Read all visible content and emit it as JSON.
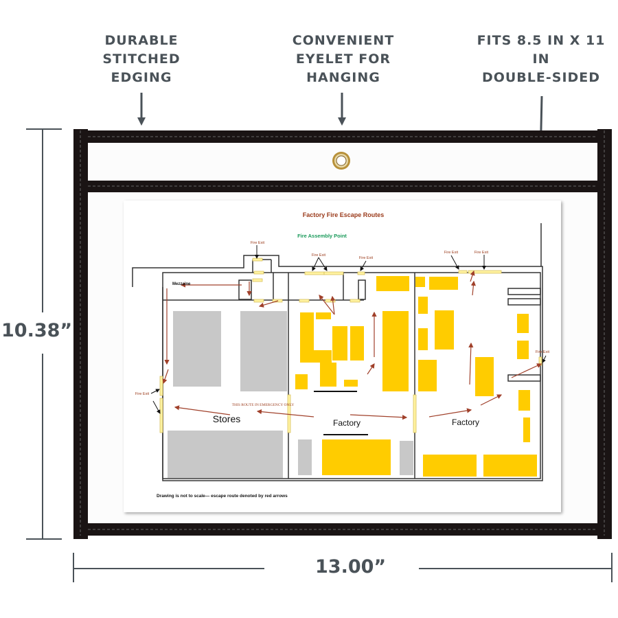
{
  "callouts": {
    "edging": [
      "DURABLE",
      "STITCHED",
      "EDGING"
    ],
    "eyelet": [
      "CONVENIENT",
      "EYELET FOR",
      "HANGING"
    ],
    "size": [
      "FITS 8.5 IN X 11",
      "IN",
      "DOUBLE-SIDED"
    ]
  },
  "dimensions": {
    "height": "10.38”",
    "width": "13.00”"
  },
  "map": {
    "title": "Factory Fire Escape Routes",
    "assembly_point": "Fire Assembly Point",
    "fire_exit_label": "Fire Exit",
    "mezzanine": "Mezzaine",
    "stores": "Stores",
    "factory": "Factory",
    "emergency_note": "THIS ROUTE IN EMERGENCY ONLY",
    "footer": "Drawing is not to scale—  escape route denoted by red arrows"
  },
  "colors": {
    "frame": "#1a1414",
    "text": "#4a5258",
    "machine": "#ffcc00",
    "storage": "#c8c8c8",
    "arrow": "#a0402a",
    "title": "#9a3a1a",
    "assembly": "#1a9a5a"
  }
}
